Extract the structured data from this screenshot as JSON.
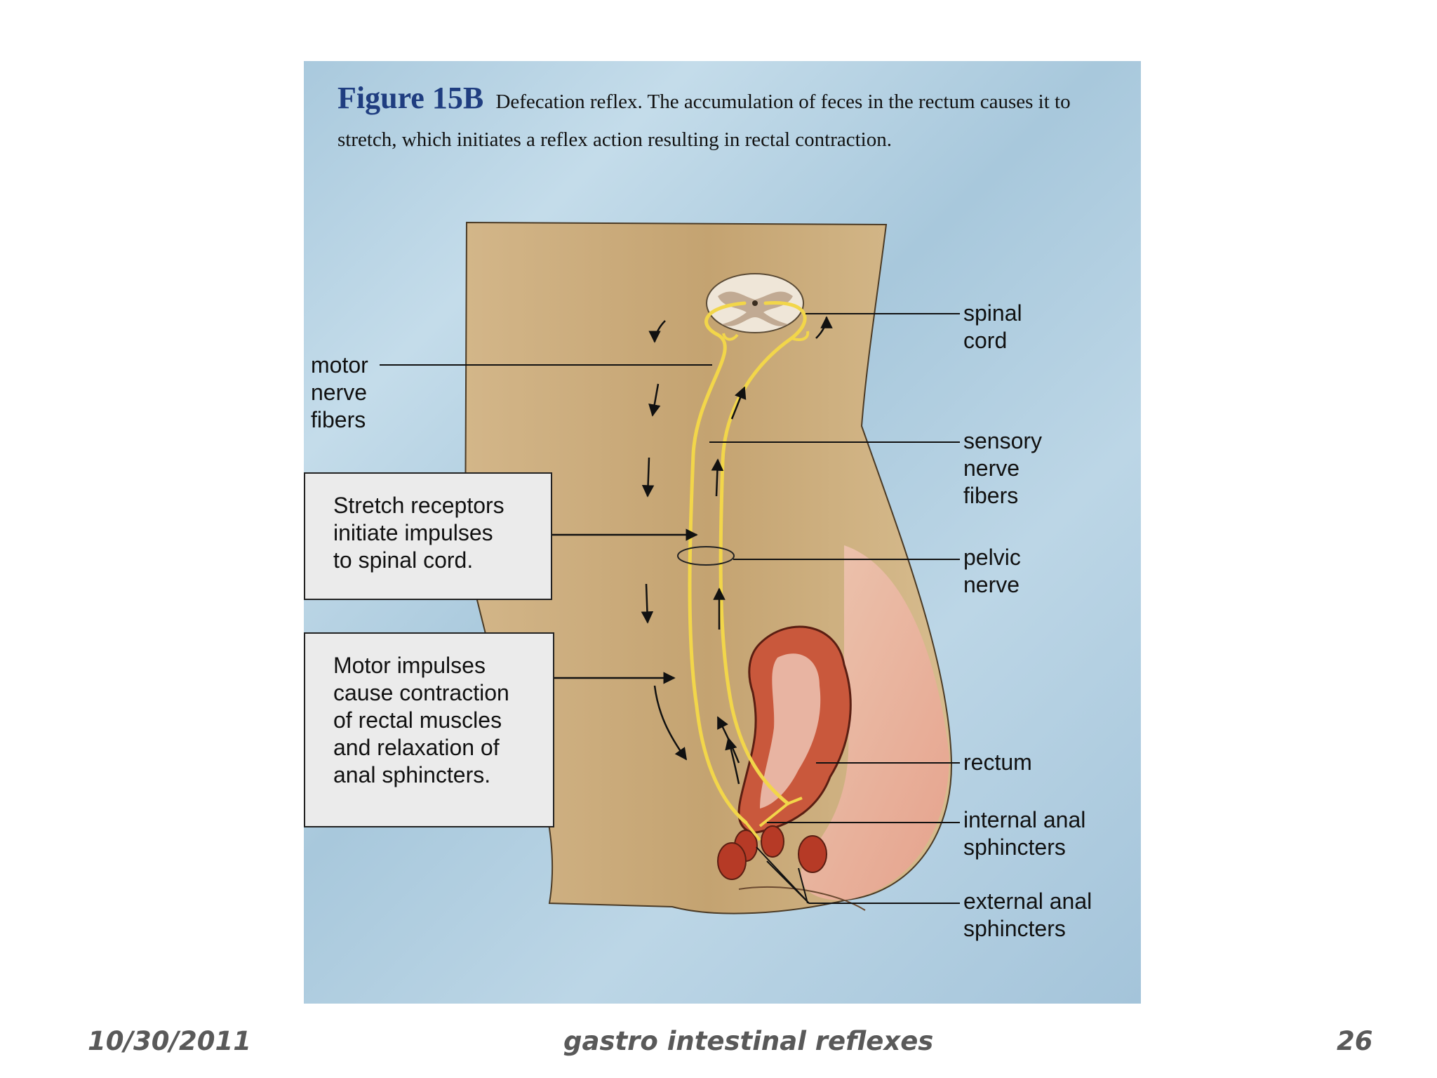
{
  "caption": {
    "figure": "Figure 15B",
    "text": "Defecation reflex. The accumulation of feces in the rectum causes it to stretch, which initiates a reflex action resulting in rectal contraction."
  },
  "labels": {
    "spinal_cord": "spinal\ncord",
    "motor_fibers": "motor\nnerve\nfibers",
    "sensory_fibers": "sensory\nnerve\nfibers",
    "pelvic_nerve": "pelvic\nnerve",
    "rectum": "rectum",
    "internal_sphincters": "internal anal\nsphincters",
    "external_sphincters": "external anal\nsphincters"
  },
  "boxes": {
    "stretch": "Stretch receptors\ninitiate impulses\nto spinal cord.",
    "motor": "Motor impulses\ncause contraction\nof rectal muscles\nand relaxation of\nanal sphincters."
  },
  "footer": {
    "date": "10/30/2011",
    "title": "gastro intestinal reflexes",
    "page": "26"
  },
  "colors": {
    "nerve": "#f2d64a",
    "body": "#c7a776",
    "rectum": "#b9462e",
    "box_bg": "#ebebeb"
  }
}
